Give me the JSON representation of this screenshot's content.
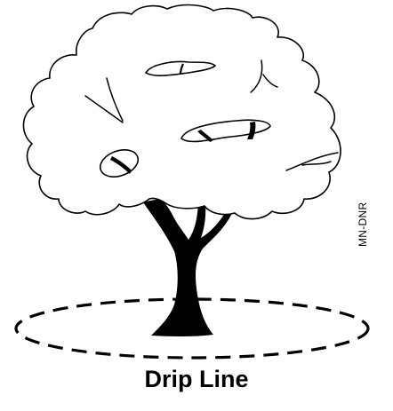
{
  "caption": "Drip Line",
  "credit": "MN-DNR",
  "colors": {
    "ink": "#000000",
    "background": "#ffffff"
  },
  "icons": {
    "tree": "tree-icon",
    "drip_line": "dashed-ellipse"
  }
}
